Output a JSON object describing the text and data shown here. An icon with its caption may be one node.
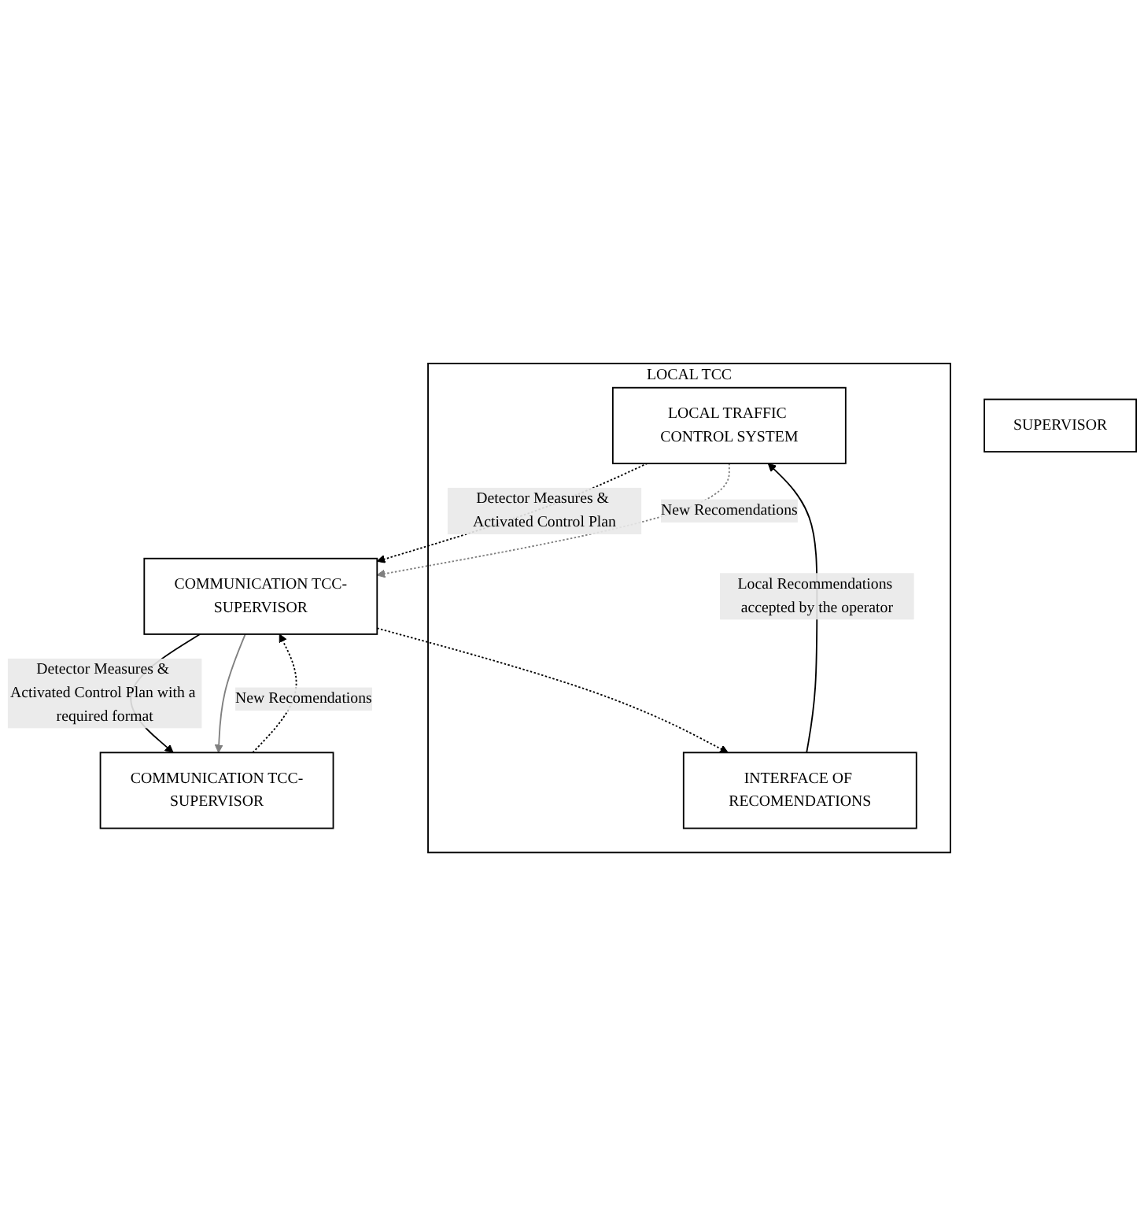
{
  "diagram": {
    "nodes": [
      {
        "text": [
          "LOCAL TCC"
        ]
      },
      {
        "text": [
          "LOCAL TRAFFIC CONTROL SYSTEM"
        ],
        "in": 0
      },
      {
        "text": [
          "INTERFACE OF RECOMENDATIONS"
        ],
        "in": 0
      },
      {
        "text": [
          "COMMUNICATION TCC-SUPERVISOR"
        ]
      },
      {
        "text": [
          "COMMUNICATION TCC-SUPERVISOR"
        ]
      },
      {
        "text": [
          "SUPERVISOR"
        ]
      }
    ],
    "edges": [
      {
        "from": 1,
        "to": 3,
        "arrow": "to",
        "style": "dashed",
        "label": "Detector Measures & Activated Control Plan"
      },
      {
        "from": 1,
        "to": 3,
        "arrow": "to",
        "style": "dashed",
        "color": "#808080",
        "label": "New Recomendations"
      },
      {
        "from": 3,
        "to": 2,
        "arrow": "to",
        "style": "dashed"
      },
      {
        "from": 2,
        "to": 1,
        "arrow": "to",
        "label": "Local Recommendations accepted by the operator"
      },
      {
        "from": 3,
        "to": 4,
        "arrow": "to",
        "label": "Detector Measures & Activated Control Plan with a required format"
      },
      {
        "from": 3,
        "to": 4,
        "arrow": "to",
        "color": "#808080"
      },
      {
        "from": 4,
        "to": 3,
        "arrow": "to",
        "style": "dashed",
        "label": "New Recomendations"
      }
    ]
  }
}
